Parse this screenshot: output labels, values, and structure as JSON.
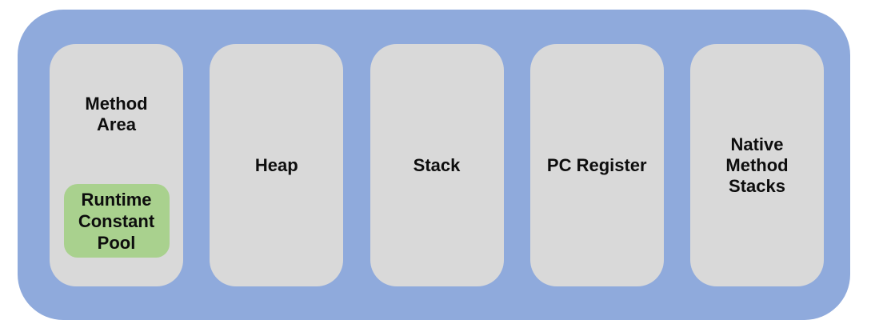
{
  "diagram": {
    "description": "JVM runtime memory areas diagram",
    "colors": {
      "container_fill": "#8FAADC",
      "box_fill": "#D9D9D9",
      "sub_box_fill": "#A9D18E",
      "text": "#0d0d0d",
      "background": "#ffffff"
    },
    "areas": [
      {
        "label": "Method\nArea",
        "sub_area": {
          "label": "Runtime\nConstant\nPool"
        }
      },
      {
        "label": "Heap"
      },
      {
        "label": "Stack"
      },
      {
        "label": "PC Register"
      },
      {
        "label": "Native\nMethod\nStacks"
      }
    ]
  }
}
